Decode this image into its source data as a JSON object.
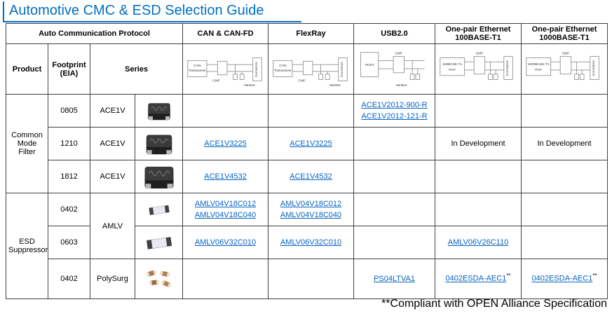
{
  "title": "Automotive CMC & ESD Selection Guide",
  "footnote": "**Compliant with OPEN Alliance Specification",
  "colors": {
    "title_blue": "#0070C0",
    "link_blue": "#0563C1",
    "border": "#404040"
  },
  "header": {
    "protocol_group": "Auto Communication Protocol",
    "can": "CAN & CAN-FD",
    "flexray": "FlexRay",
    "usb": "USB2.0",
    "eth100": "One-pair Ethernet 100BASE-T1",
    "eth1000": "One-pair Ethernet 1000BASE-T1",
    "product": "Product",
    "footprint": "Footprint (EIA)",
    "series": "Series"
  },
  "diagrams": {
    "can": {
      "box_l1": "CAN",
      "box_l2": "Transceiver",
      "cmf": "CMF",
      "varistor": "Varistor",
      "connector": "Connector"
    },
    "flexray": {
      "box_l1": "CAN",
      "box_l2": "Transceiver",
      "cmf": "CMF",
      "varistor": "Varistor",
      "connector": "Connector"
    },
    "usb": {
      "host": "HOST",
      "cmf": "CMF",
      "varistor": "Varistor"
    },
    "eth100": {
      "phy_l1": "100BASE-T1",
      "phy_l2": "PHY",
      "cmf": "CMF",
      "connector": "Connector"
    },
    "eth1000": {
      "phy_l1": "1000BASE-T1",
      "phy_l2": "PHY",
      "cmf": "CMF",
      "connector": "Connector"
    }
  },
  "products": [
    "Common Mode Filter",
    "ESD Suppressor"
  ],
  "rows": [
    {
      "footprint": "0805",
      "series": "ACE1V",
      "usb": [
        "ACE1V2012-900-R",
        "ACE1V2012-121-R"
      ]
    },
    {
      "footprint": "1210",
      "series": "ACE1V",
      "can": [
        "ACE1V3225"
      ],
      "flexray": [
        "ACE1V3225"
      ],
      "eth100_text": "In Development",
      "eth1000_text": "In Development"
    },
    {
      "footprint": "1812",
      "series": "ACE1V",
      "can": [
        "ACE1V4532"
      ],
      "flexray": [
        "ACE1V4532"
      ]
    },
    {
      "footprint": "0402",
      "series": "AMLV",
      "can": [
        "AMLV04V18C012",
        "AMLV04V18C040"
      ],
      "flexray": [
        "AMLV04V18C012",
        "AMLV04V18C040"
      ]
    },
    {
      "footprint": "0603",
      "can": [
        "AMLV06V32C010"
      ],
      "flexray": [
        "AMLV06V32C010"
      ],
      "eth100": [
        "AMLV06V26C110"
      ]
    },
    {
      "footprint": "0402",
      "series": "PolySurg",
      "usb": [
        "PS04LTVA1"
      ],
      "eth100_link": "0402ESDA-AEC1",
      "eth100_suffix": "**",
      "eth1000_link": "0402ESDA-AEC1",
      "eth1000_suffix": "**"
    }
  ]
}
